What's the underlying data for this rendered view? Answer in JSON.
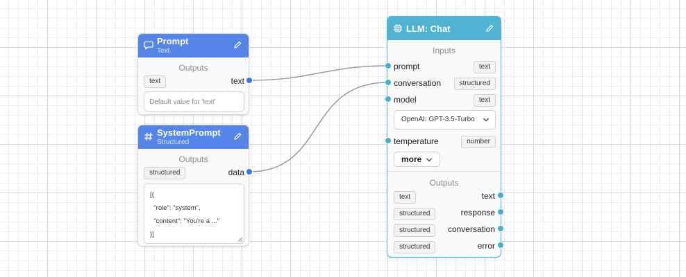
{
  "nodes": {
    "prompt": {
      "title": "Prompt",
      "subtitle": "Text",
      "outputs_label": "Outputs",
      "output_badge": "text",
      "output_name": "text",
      "input_placeholder": "Default value for 'text'"
    },
    "system_prompt": {
      "title": "SystemPrompt",
      "subtitle": "Structured",
      "outputs_label": "Outputs",
      "output_badge": "structured",
      "output_name": "data",
      "code_lines": [
        "[{",
        "  \"role\": \"system\",",
        "  \"content\": \"You're a ...\"",
        "}]"
      ]
    },
    "llm_chat": {
      "title": "LLM: Chat",
      "inputs_label": "Inputs",
      "inputs": [
        {
          "name": "prompt",
          "type": "text"
        },
        {
          "name": "conversation",
          "type": "structured"
        },
        {
          "name": "model",
          "type": "text"
        },
        {
          "name": "temperature",
          "type": "number"
        }
      ],
      "model_select_value": "OpenAI: GPT-3.5-Turbo",
      "more_label": "more",
      "outputs_label": "Outputs",
      "outputs": [
        {
          "name": "text",
          "type": "text"
        },
        {
          "name": "response",
          "type": "structured"
        },
        {
          "name": "conversation",
          "type": "structured"
        },
        {
          "name": "error",
          "type": "structured"
        }
      ]
    }
  },
  "colors": {
    "header_blue": "#5585e6",
    "header_cyan": "#4fb3d1",
    "handle_blue": "#3b76e0",
    "handle_cyan": "#47aed0",
    "wire": "#9a9a9a"
  },
  "icons": {
    "prompt": "chat-bubble-icon",
    "system_prompt": "hash-icon",
    "llm_chat": "chip-icon",
    "edit": "pencil-icon"
  }
}
